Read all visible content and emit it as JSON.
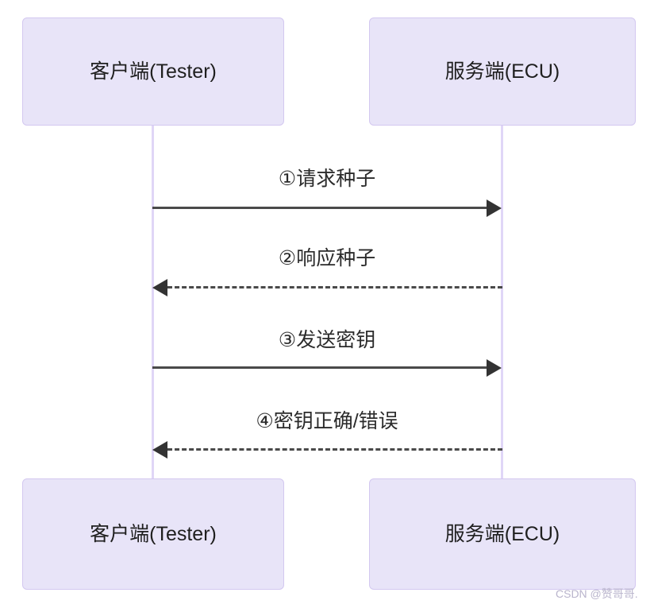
{
  "diagram": {
    "type": "sequence-diagram",
    "colors": {
      "box_fill": "#e8e4f8",
      "box_border": "#d3c8f0",
      "lifeline": "#e0d6f7",
      "arrow": "#4a4a4a",
      "text": "#1f1f1f",
      "background": "#ffffff",
      "watermark": "#b9b4cc"
    },
    "participants": [
      {
        "id": "client",
        "label": "客户端(Tester)"
      },
      {
        "id": "server",
        "label": "服务端(ECU)"
      }
    ],
    "messages": [
      {
        "number": "①",
        "label": "①请求种子",
        "from": "client",
        "to": "server",
        "style": "solid",
        "direction": "right"
      },
      {
        "number": "②",
        "label": "②响应种子",
        "from": "server",
        "to": "client",
        "style": "dashed",
        "direction": "left"
      },
      {
        "number": "③",
        "label": "③发送密钥",
        "from": "client",
        "to": "server",
        "style": "solid",
        "direction": "right"
      },
      {
        "number": "④",
        "label": "④密钥正确/错误",
        "from": "server",
        "to": "client",
        "style": "dashed",
        "direction": "left"
      }
    ],
    "footer_participants": [
      {
        "id": "client-footer",
        "label": "客户端(Tester)"
      },
      {
        "id": "server-footer",
        "label": "服务端(ECU)"
      }
    ],
    "watermark": "CSDN @赞哥哥."
  }
}
